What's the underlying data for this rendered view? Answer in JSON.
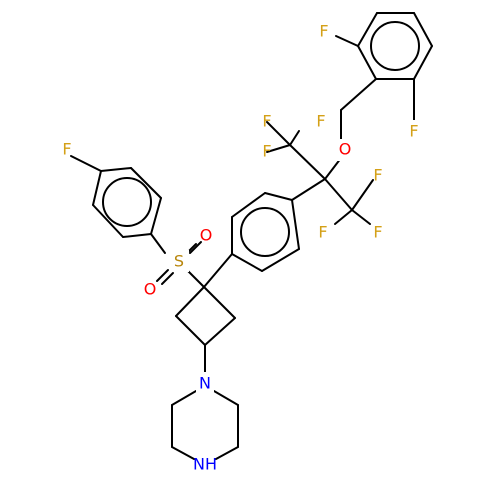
{
  "molecule": {
    "atom_colors": {
      "C": "#000000",
      "F": "#d4a017",
      "O": "#ff0000",
      "S": "#b8860b",
      "N": "#0000ff"
    },
    "labels": [
      {
        "id": "f-benzyl-left",
        "text": "F",
        "element": "F"
      },
      {
        "id": "f-benzyl-right",
        "text": "F",
        "element": "F"
      },
      {
        "id": "o-ether",
        "text": "O",
        "element": "O"
      },
      {
        "id": "f-cf3a-1",
        "text": "F",
        "element": "F"
      },
      {
        "id": "f-cf3a-2",
        "text": "F",
        "element": "F"
      },
      {
        "id": "f-cf3a-3",
        "text": "F",
        "element": "F"
      },
      {
        "id": "f-cf3b-1",
        "text": "F",
        "element": "F"
      },
      {
        "id": "f-cf3b-2",
        "text": "F",
        "element": "F"
      },
      {
        "id": "f-cf3b-3",
        "text": "F",
        "element": "F"
      },
      {
        "id": "f-aryl",
        "text": "F",
        "element": "F"
      },
      {
        "id": "s-sulfonyl",
        "text": "S",
        "element": "S"
      },
      {
        "id": "o-sulfonyl-1",
        "text": "O",
        "element": "O"
      },
      {
        "id": "o-sulfonyl-2",
        "text": "O",
        "element": "O"
      },
      {
        "id": "n-piperazine-1",
        "text": "N",
        "element": "N"
      },
      {
        "id": "n-piperazine-4",
        "text": "NH",
        "element": "N"
      }
    ]
  }
}
